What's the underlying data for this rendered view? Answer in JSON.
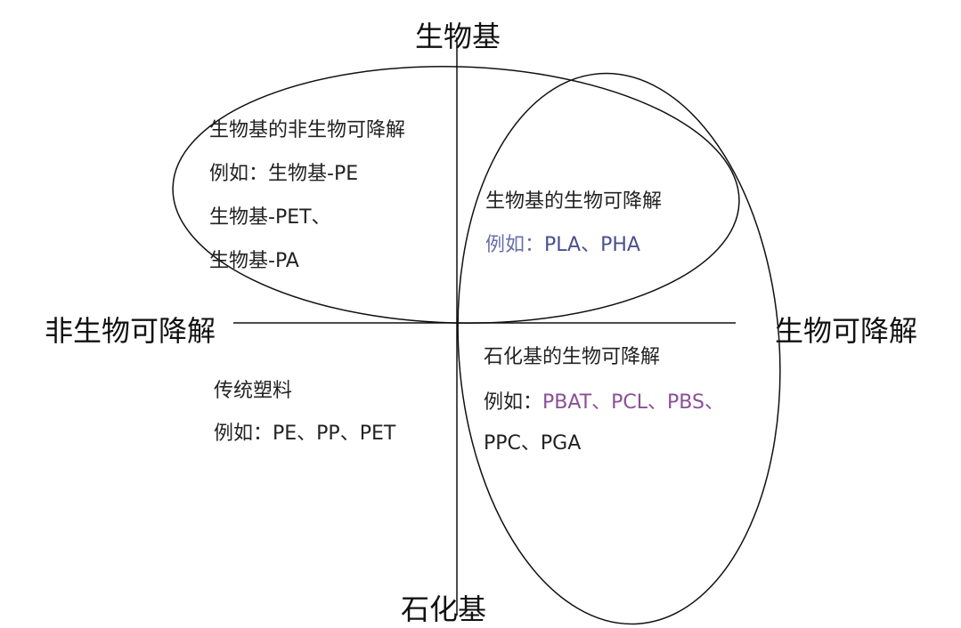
{
  "axes": {
    "top": "生物基",
    "bottom": "石化基",
    "left": "非生物可降解",
    "right": "生物可降解"
  },
  "regions": {
    "bio_nondegradable": {
      "title": "生物基的非生物可降解",
      "lines": [
        "例如：生物基-PE",
        "生物基-PET、",
        "生物基-PA"
      ]
    },
    "bio_degradable": {
      "title": "生物基的生物可降解",
      "prefix": "例如：",
      "examples": "PLA、PHA"
    },
    "traditional": {
      "title": "传统塑料",
      "lines": [
        "例如：PE、PP、PET"
      ]
    },
    "petro_degradable": {
      "title": "石化基的生物可降解",
      "prefix": "例如：",
      "examples_line1": "PBAT、PCL、PBS、",
      "examples_line2": "PPC、PGA"
    }
  },
  "colors": {
    "blue_examples": "#4a4f8e",
    "purple_examples": "#8a4f96",
    "line": "#111111"
  }
}
